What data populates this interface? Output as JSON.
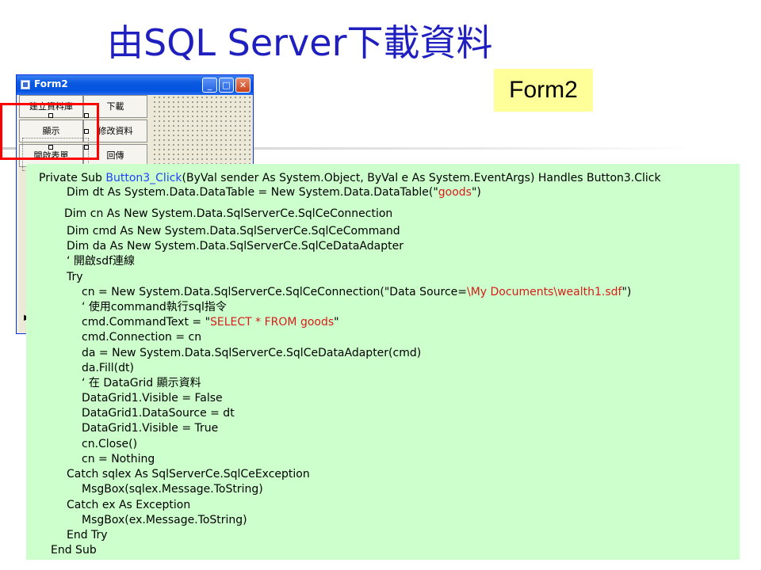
{
  "slide": {
    "title": "由SQL Server下載資料",
    "form_label": "Form2"
  },
  "window": {
    "title": "Form2",
    "buttons": {
      "minimize": "_",
      "maximize": "□",
      "close": "✕"
    },
    "form_buttons": [
      "建立資料庫",
      "下載",
      "顯示",
      "修改資料",
      "開啟表單",
      "回傳"
    ]
  },
  "code": {
    "lines": [
      {
        "pre": "Private Sub ",
        "blue": "Button3_Click",
        "post": "(ByVal sender As System.Object, ByVal e As System.EventArgs) Handles Button3.Click"
      },
      {
        "pre": "Dim dt As System.Data.DataTable = New System.Data.DataTable(\"",
        "red": "goods",
        "post": "\")"
      },
      {
        "text": "Dim cn As New System.Data.SqlServerCe.SqlCeConnection"
      },
      {
        "text": "Dim cmd As New System.Data.SqlServerCe.SqlCeCommand"
      },
      {
        "text": "Dim da As New System.Data.SqlServerCe.SqlCeDataAdapter"
      },
      {
        "text": "‘ 開啟sdf連線"
      },
      {
        "text": "Try"
      },
      {
        "pre": "cn = New System.Data.SqlServerCe.SqlCeConnection(\"Data Source=",
        "red": "\\My Documents\\wealth1.sdf",
        "post": "\")"
      },
      {
        "text": "‘ 使用command執行sql指令"
      },
      {
        "pre": "cmd.CommandText = \"",
        "red": "SELECT * FROM goods",
        "post": "\""
      },
      {
        "text": "cmd.Connection = cn"
      },
      {
        "text": "da = New System.Data.SqlServerCe.SqlCeDataAdapter(cmd)"
      },
      {
        "text": "da.Fill(dt)"
      },
      {
        "text": "‘ 在 DataGrid 顯示資料"
      },
      {
        "text": "DataGrid1.Visible = False"
      },
      {
        "text": "DataGrid1.DataSource = dt"
      },
      {
        "text": "DataGrid1.Visible = True"
      },
      {
        "text": "cn.Close()"
      },
      {
        "text": "cn = Nothing"
      },
      {
        "text": "Catch sqlex As SqlServerCe.SqlCeException"
      },
      {
        "text": "MsgBox(sqlex.Message.ToString)"
      },
      {
        "text": "Catch ex As Exception"
      },
      {
        "text": "MsgBox(ex.Message.ToString)"
      },
      {
        "text": "End Try"
      },
      {
        "text": "End Sub"
      }
    ]
  },
  "colors": {
    "title": "#1f1fbf",
    "form_label_bg": "#ffff99",
    "code_bg": "#ccffcc",
    "code_blue": "#1f3fff",
    "code_red": "#d81b1b",
    "selection_border": "#ff0000"
  }
}
